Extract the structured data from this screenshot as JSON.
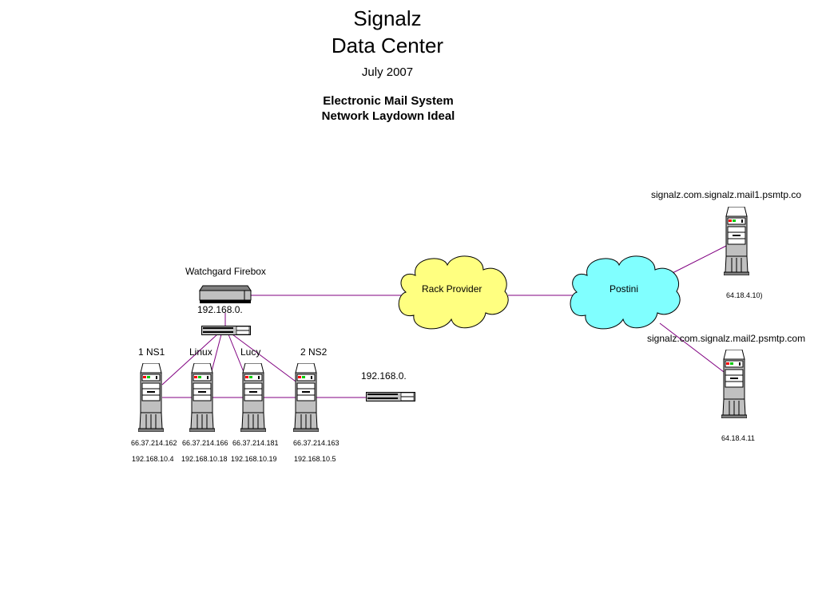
{
  "header": {
    "title_line1": "Signalz",
    "title_line2": "Data Center",
    "date": "July 2007",
    "subtitle_line1": "Electronic Mail System",
    "subtitle_line2": "Network  Laydown Ideal"
  },
  "firewall": {
    "label": "Watchgard Firebox",
    "ip": "192.168.0."
  },
  "switch2": {
    "ip": "192.168.0."
  },
  "clouds": {
    "rack": "Rack Provider",
    "postini": "Postini"
  },
  "servers": [
    {
      "name": "1 NS1",
      "public_ip": "66.37.214.162",
      "private_ip": "192.168.10.4"
    },
    {
      "name": "Linux",
      "public_ip": "66.37.214.166",
      "private_ip": "192.168.10.18"
    },
    {
      "name": "Lucy",
      "public_ip": "66.37.214.181",
      "private_ip": "192.168.10.19"
    },
    {
      "name": "2 NS2",
      "public_ip": "66.37.214.163",
      "private_ip": "192.168.10.5"
    }
  ],
  "mail_servers": [
    {
      "name": "signalz.com.signalz.mail1.psmtp.co",
      "ip": "64.18.4.10)"
    },
    {
      "name": "signalz.com.signalz.mail2.psmtp.com",
      "ip": "64.18.4.11"
    }
  ],
  "colors": {
    "link": "#800080",
    "rack_cloud": "#ffff80",
    "postini_cloud": "#80ffff",
    "device": "#c0c0c0"
  }
}
